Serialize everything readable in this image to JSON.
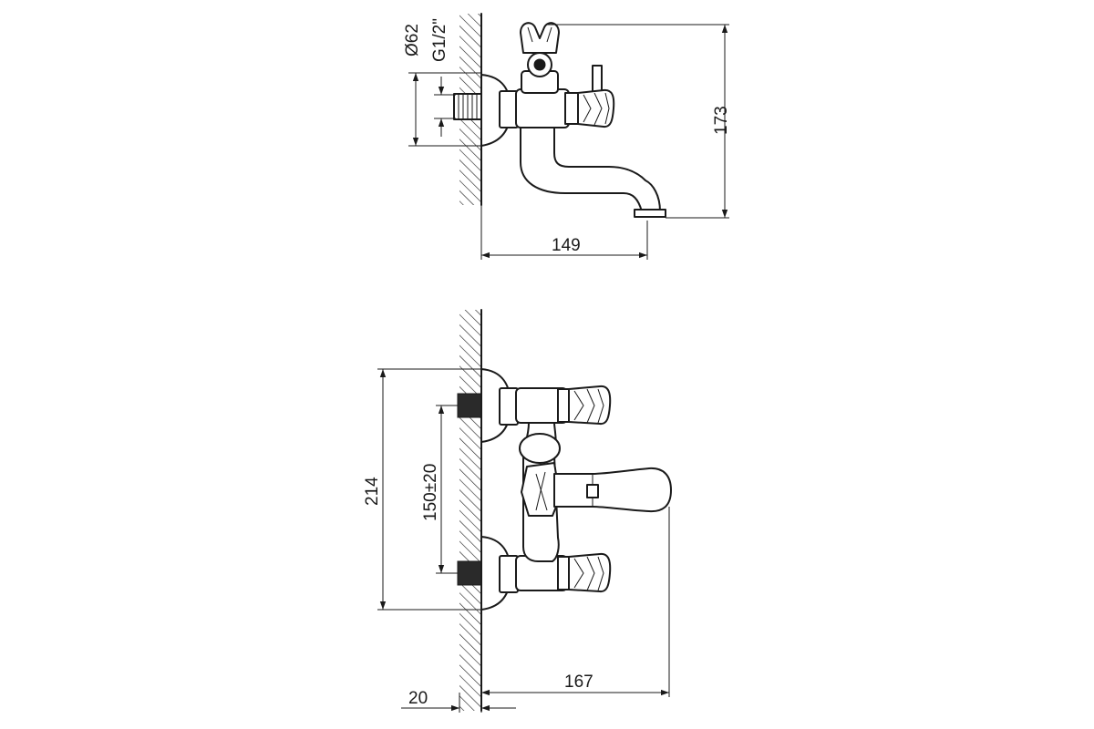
{
  "drawing": {
    "side_view": {
      "flange_diameter": "Ø62",
      "thread": "G1/2\"",
      "height": "173",
      "spout_projection": "149"
    },
    "top_view": {
      "overall_height": "214",
      "center_distance": "150±20",
      "spout_projection": "167",
      "wall_offset": "20"
    }
  },
  "colors": {
    "line": "#1a1a1a",
    "background": "#ffffff"
  }
}
